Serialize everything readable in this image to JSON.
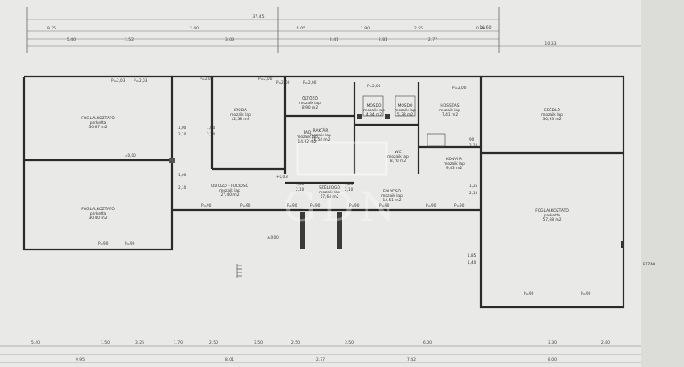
{
  "dimensions_top": [
    {
      "text": "37.45"
    },
    {
      "text": "10.60"
    },
    {
      "text": "9.35"
    },
    {
      "text": "2.40"
    },
    {
      "text": "4.05"
    },
    {
      "text": "1.90"
    },
    {
      "text": "2.55"
    },
    {
      "text": "0.80"
    },
    {
      "text": "5.40"
    },
    {
      "text": "1.52"
    },
    {
      "text": "3.03"
    },
    {
      "text": "2.41"
    },
    {
      "text": "2.81"
    },
    {
      "text": "2.77"
    },
    {
      "text": "10.33"
    }
  ],
  "dimensions_bottom": [
    {
      "text": "5.40"
    },
    {
      "text": "1.50"
    },
    {
      "text": "3.25"
    },
    {
      "text": "1.70"
    },
    {
      "text": "2.50"
    },
    {
      "text": "3.50"
    },
    {
      "text": "2.50"
    },
    {
      "text": "3.50"
    },
    {
      "text": "6.00"
    },
    {
      "text": "3.30"
    },
    {
      "text": "2.80"
    },
    {
      "text": "9.95"
    },
    {
      "text": "8.01"
    },
    {
      "text": "2.77"
    },
    {
      "text": "7.42"
    },
    {
      "text": "8.00"
    }
  ],
  "rooms": [
    {
      "name": "FOGLALKOZTATÓ",
      "sub": "parketta",
      "area": "30,67 m2"
    },
    {
      "name": "FOGLALKOZTATÓ",
      "sub": "parketta",
      "area": "30,40 m2"
    },
    {
      "name": "IRODA",
      "sub": "mozaik lap",
      "area": "12,38 m2"
    },
    {
      "name": "ÖLTÖZŐ",
      "sub": "mozaik lap",
      "area": "8,90 m2"
    },
    {
      "name": "MOSDÓ",
      "sub": "mozaik lap",
      "area": "4,34 m2"
    },
    {
      "name": "MOSDÓ",
      "sub": "mozaik lap",
      "area": "5,38 m2"
    },
    {
      "name": "RAKTÁR",
      "sub": "mozaik lap",
      "area": "11,54 m2"
    },
    {
      "name": "HOSSZAS",
      "sub": "mozaik lap",
      "area": "7,41 m2"
    },
    {
      "name": "EBÉDLŐ",
      "sub": "mozaik lap",
      "area": "30,93 m2"
    },
    {
      "name": "ÖLTÖZŐ - FOLYOSÓ",
      "sub": "mozaik lap",
      "area": "27,40 m2"
    },
    {
      "name": "SZÉLFOGÓ",
      "sub": "mozaik lap",
      "area": "17,64 m2"
    },
    {
      "name": "FOLYOSÓ",
      "sub": "mozaik lap",
      "area": "14,51 m2"
    },
    {
      "name": "WC",
      "sub": "mozaik lap",
      "area": "8,70 m2"
    },
    {
      "name": "KONYHA",
      "sub": "mozaik lap",
      "area": "9,43 m2"
    },
    {
      "name": "FOGLALKOZTATÓ",
      "sub": "parketta",
      "area": "57,68 m2"
    },
    {
      "name": "PAD",
      "sub": "mozaik lap",
      "area": "14,02 m2"
    }
  ],
  "parapets": [
    {
      "text": "P=2,03"
    },
    {
      "text": "P=2,03"
    },
    {
      "text": "P=2,00"
    },
    {
      "text": "P=2,00"
    },
    {
      "text": "P=2,00"
    },
    {
      "text": "P=2,00"
    },
    {
      "text": "P=2,00"
    },
    {
      "text": "P=2,00"
    },
    {
      "text": "P=90"
    },
    {
      "text": "P=90"
    },
    {
      "text": "P=90"
    },
    {
      "text": "P=90"
    },
    {
      "text": "P=90"
    },
    {
      "text": "P=90"
    },
    {
      "text": "P=90"
    },
    {
      "text": "P=90"
    },
    {
      "text": "P=90"
    },
    {
      "text": "P=90"
    },
    {
      "text": "P=90"
    },
    {
      "text": "P=90"
    }
  ],
  "elevations": [
    {
      "text": "±0,00"
    },
    {
      "text": "+0,03"
    },
    {
      "text": "±0,00"
    }
  ],
  "openings": [
    {
      "text": "1,00"
    },
    {
      "text": "2,10"
    },
    {
      "text": "1,00"
    },
    {
      "text": "2,10"
    },
    {
      "text": "1,00"
    },
    {
      "text": "2,10"
    },
    {
      "text": "1,30"
    },
    {
      "text": "2,10"
    },
    {
      "text": "1,25"
    },
    {
      "text": "2,10"
    },
    {
      "text": "90"
    },
    {
      "text": "2,10"
    },
    {
      "text": "1,85"
    },
    {
      "text": "1,40"
    },
    {
      "text": "1,25"
    },
    {
      "text": "2,10"
    }
  ],
  "watermark": "GDN",
  "side_note": "ESZAK"
}
